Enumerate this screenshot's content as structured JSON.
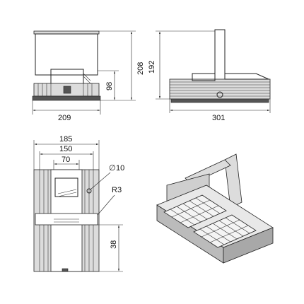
{
  "front_view": {
    "width_label": "209",
    "height_label": "208",
    "bracket_label": "98"
  },
  "side_view": {
    "width_label": "301",
    "height_label": "192"
  },
  "bottom_view": {
    "overall_width_label": "185",
    "mount_width_label": "150",
    "slot_width_label": "70",
    "hole_label": "10",
    "radius_label": "R3",
    "offset_label": "38"
  },
  "symbols": {
    "diameter": "∅"
  }
}
